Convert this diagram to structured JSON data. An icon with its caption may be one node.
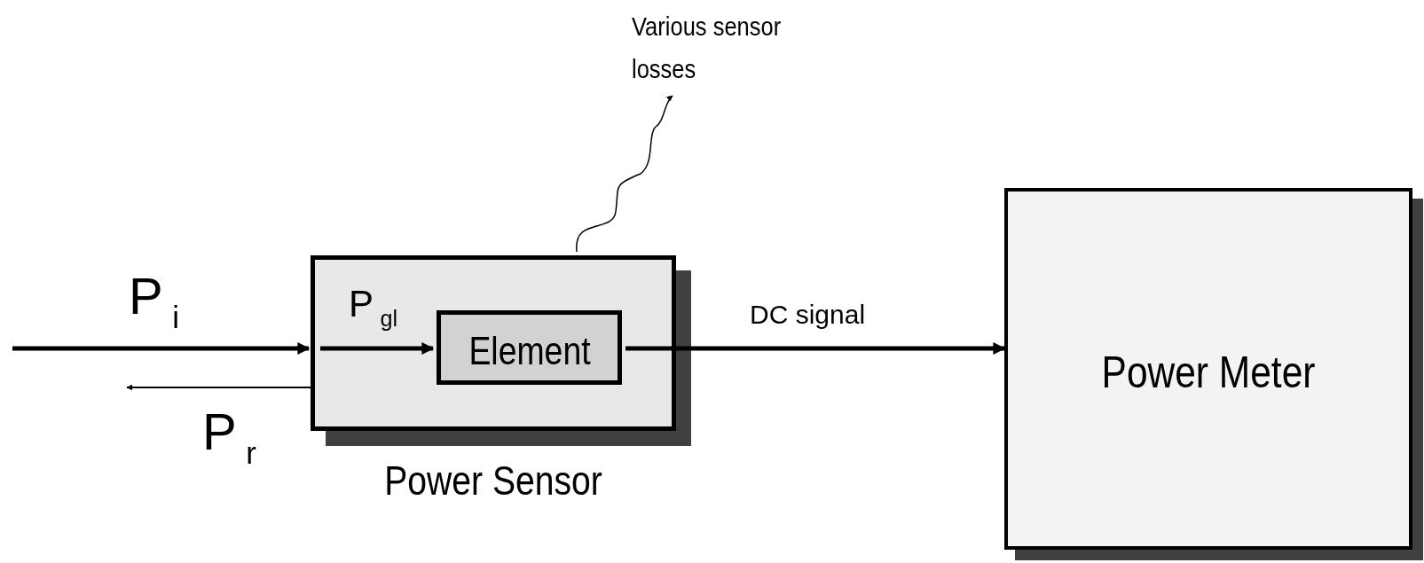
{
  "diagram": {
    "nodes": [
      {
        "text": [
          "Power Sensor"
        ]
      },
      {
        "text": [
          "Element"
        ],
        "in": 0
      },
      {
        "text": [
          "Power Meter"
        ]
      },
      {
        "text": [
          "Various sensor losses"
        ]
      }
    ],
    "edges": [
      {
        "from": null,
        "to": 0,
        "arrow": "to",
        "label": "P$_{i}$"
      },
      {
        "from": 0,
        "to": 1,
        "arrow": "to",
        "label": "P$_{gl}$"
      },
      {
        "from": 0,
        "to": null,
        "arrow": "to",
        "label": "P$_{r}$"
      },
      {
        "from": 1,
        "to": 2,
        "arrow": "to",
        "label": "DC signal"
      },
      {
        "from": 0,
        "to": 3,
        "arrow": "to"
      }
    ]
  }
}
